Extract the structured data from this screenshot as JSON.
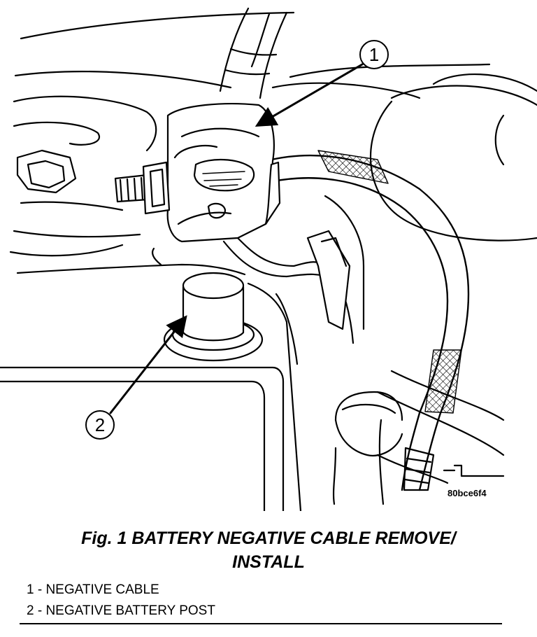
{
  "figure": {
    "title_line1": "Fig. 1 BATTERY NEGATIVE CABLE REMOVE/",
    "title_line2": "INSTALL",
    "image_code": "80bce6f4"
  },
  "callouts": [
    {
      "number": "1"
    },
    {
      "number": "2"
    }
  ],
  "legend": [
    {
      "number": "1",
      "text": "1 - NEGATIVE CABLE"
    },
    {
      "number": "2",
      "text": "2 - NEGATIVE BATTERY POST"
    }
  ]
}
